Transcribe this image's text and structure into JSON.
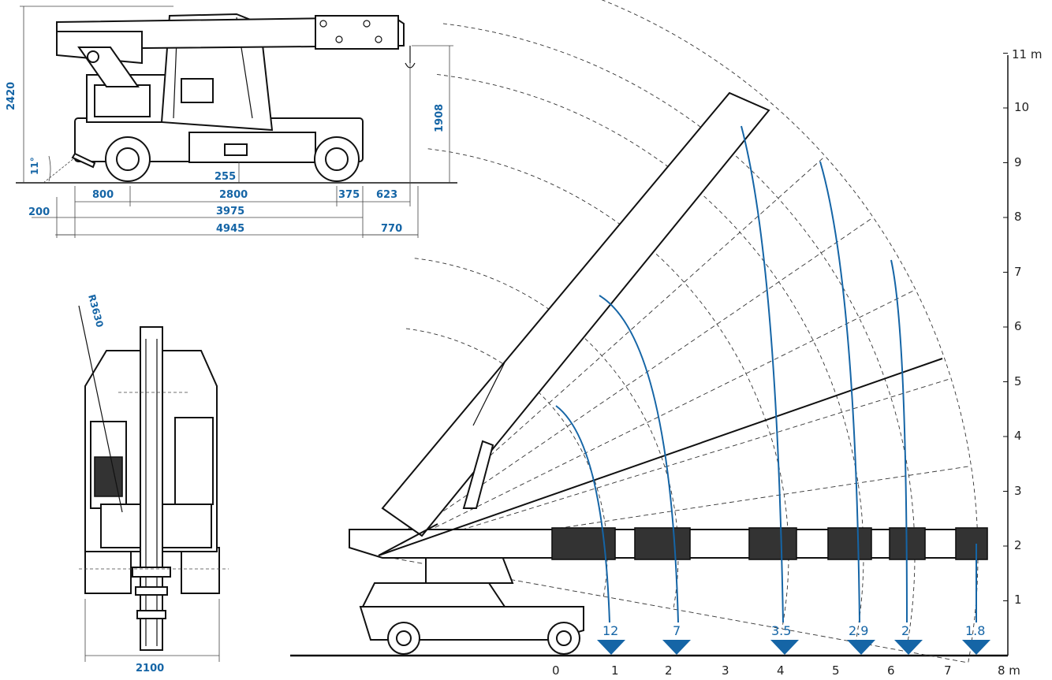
{
  "side_view": {
    "dims": {
      "height_total": "2420",
      "hook_height": "1908",
      "angle": "11°",
      "clearance": "255",
      "d800": "800",
      "d2800": "2800",
      "d375": "375",
      "d623": "623",
      "d200": "200",
      "d3975": "3975",
      "d4945": "4945",
      "d770": "770"
    }
  },
  "front_view": {
    "radius": "R3630",
    "width": "2100"
  },
  "load_chart": {
    "x_ticks": [
      "0",
      "1",
      "2",
      "3",
      "4",
      "5",
      "6",
      "7"
    ],
    "x_unit": "8 m",
    "y_ticks": [
      "1",
      "2",
      "3",
      "4",
      "5",
      "6",
      "7",
      "8",
      "9",
      "10"
    ],
    "y_unit": "11 m",
    "loads": [
      "12",
      "7",
      "3.5",
      "2.9",
      "2",
      "1.8"
    ]
  },
  "colors": {
    "accent": "#1565a6",
    "line": "#111111"
  }
}
